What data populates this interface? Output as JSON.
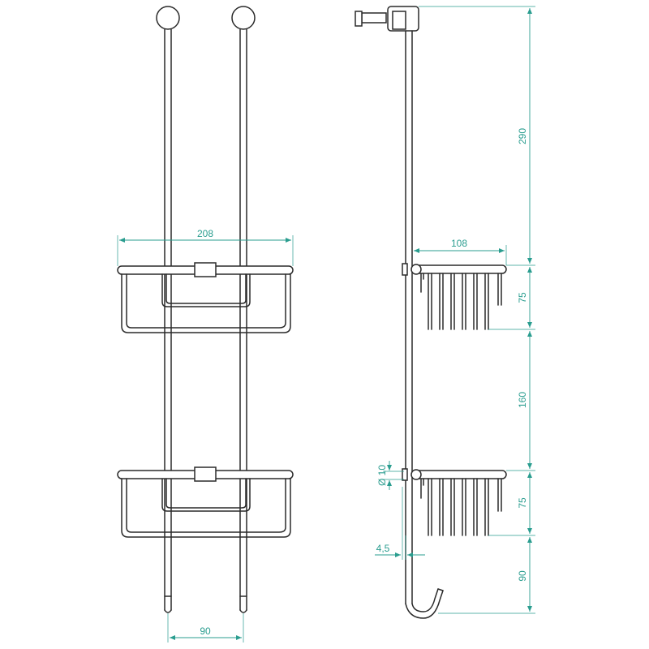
{
  "dimensions": {
    "front_width": "208",
    "front_spacing": "90",
    "side_depth": "108",
    "top_height": "290",
    "basket_height_upper": "75",
    "gap_height": "160",
    "basket_height_lower": "75",
    "bottom_height": "90",
    "rod_diameter": "Ø 10",
    "rod_offset": "4,5"
  },
  "colors": {
    "outline": "#2a2a2a",
    "dimension": "#2a9d8f"
  }
}
